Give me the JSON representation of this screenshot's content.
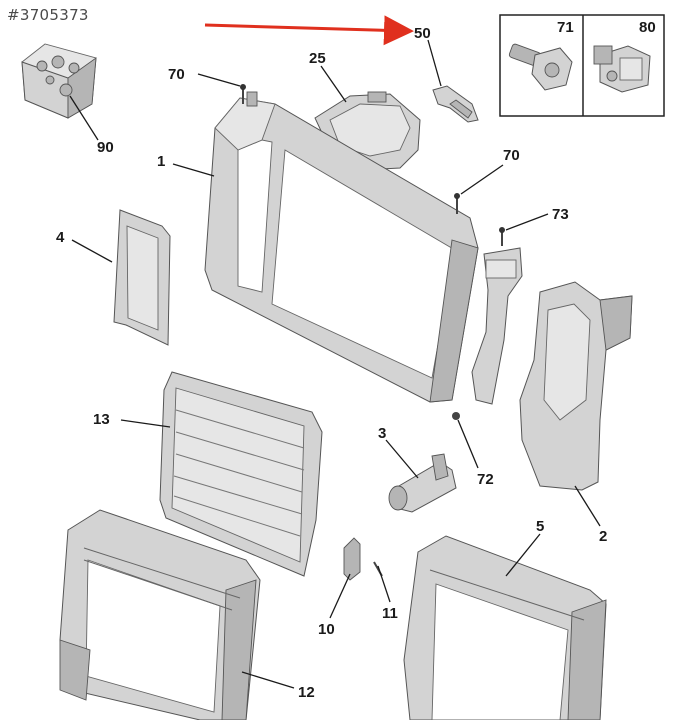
{
  "reference": "#3705373",
  "callouts": {
    "c1": "1",
    "c2": "2",
    "c3": "3",
    "c4": "4",
    "c5": "5",
    "c10": "10",
    "c11": "11",
    "c12": "12",
    "c13": "13",
    "c25": "25",
    "c50": "50",
    "c70a": "70",
    "c70b": "70",
    "c71": "71",
    "c72": "72",
    "c73": "73",
    "c80": "80",
    "c90": "90"
  },
  "colors": {
    "highlight_arrow": "#e0301e",
    "line": "#1a1a1a",
    "part_fill": "#d3d3d3"
  }
}
